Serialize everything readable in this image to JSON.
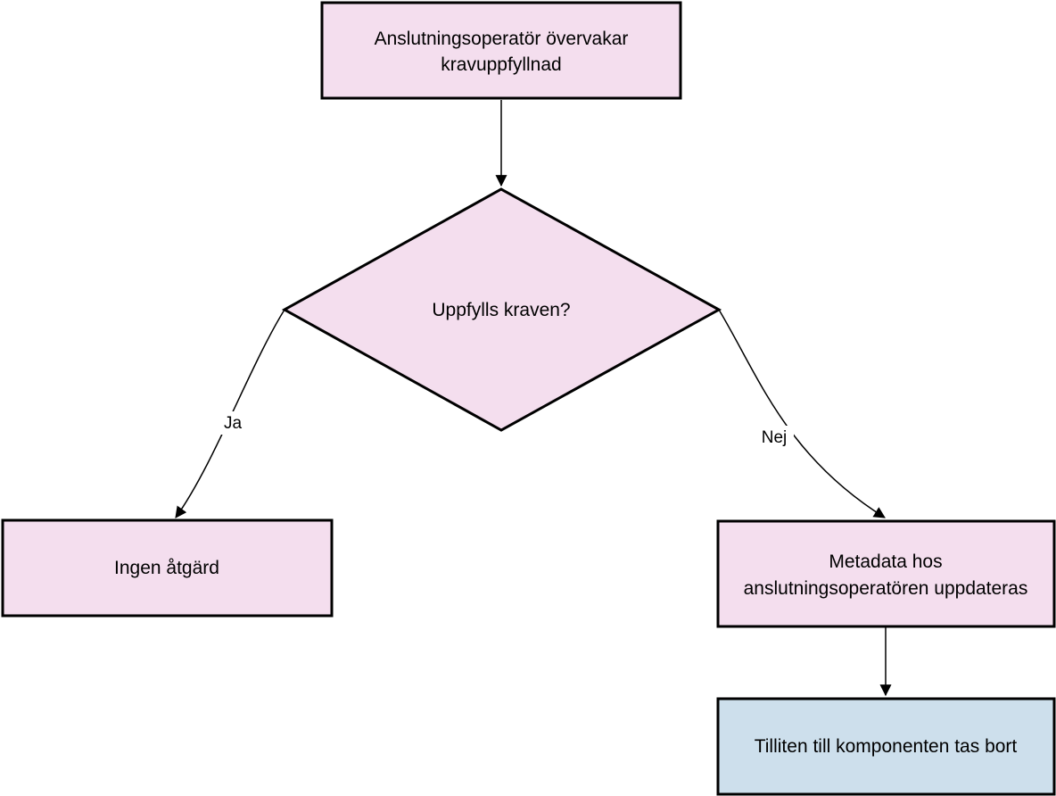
{
  "colors": {
    "process_fill": "#f4deee",
    "end_fill": "#cddfec",
    "stroke": "#000000"
  },
  "nodes": {
    "monitor": {
      "shape": "rectangle",
      "lines": [
        "Anslutningsoperatör övervakar",
        "kravuppfyllnad"
      ]
    },
    "decision": {
      "shape": "diamond",
      "lines": [
        "Uppfylls kraven?"
      ]
    },
    "no_action": {
      "shape": "rectangle",
      "lines": [
        "Ingen åtgärd"
      ]
    },
    "metadata_update": {
      "shape": "rectangle",
      "lines": [
        "Metadata hos",
        "anslutningsoperatören uppdateras"
      ]
    },
    "trust_removed": {
      "shape": "rectangle",
      "lines": [
        "Tilliten till komponenten tas bort"
      ]
    }
  },
  "edges": {
    "monitor_to_decision": {
      "from": "monitor",
      "to": "decision",
      "label": ""
    },
    "decision_yes": {
      "from": "decision",
      "to": "no_action",
      "label": "Ja"
    },
    "decision_no": {
      "from": "decision",
      "to": "metadata_update",
      "label": "Nej"
    },
    "metadata_to_trust": {
      "from": "metadata_update",
      "to": "trust_removed",
      "label": ""
    }
  }
}
